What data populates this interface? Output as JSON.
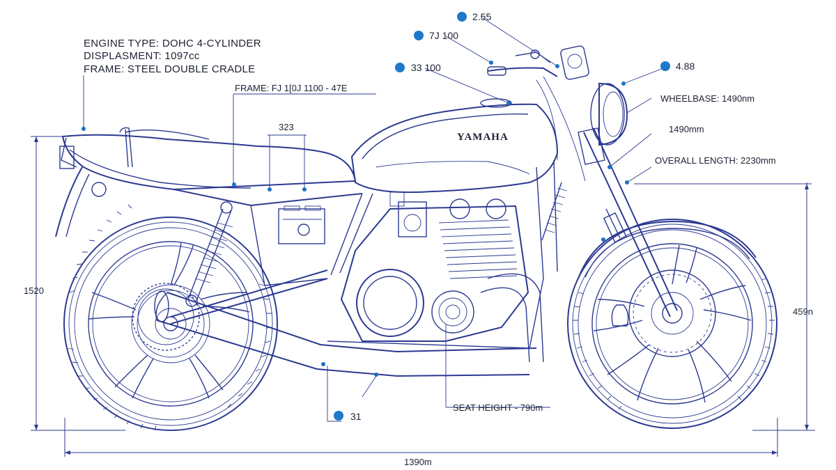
{
  "specs": {
    "engine_type": "ENGINE TYPE:  DOHC 4-CYLINDER",
    "displacement": "DISPLASMENT:  1097cc",
    "frame": "FRAME:  STEEL DOUBLE CRADLE"
  },
  "tank_brand": "YAMAHA",
  "callouts": {
    "c1": "2.55",
    "c2": "7J 100",
    "c3": "33 100",
    "c4": "4.88",
    "frame_model": "FRAME:  FJ 1[0J 1100 - 47E",
    "c323": "323",
    "wheelbase": "WHEELBASE:  1490nm",
    "c1490": "1490mm",
    "overall_length": "OVERALL LENGTH:  2230mm",
    "seat_height": "SEAT HEIGHT - 790m",
    "c31": "31"
  },
  "dimensions": {
    "left_height": "1520",
    "right_height": "459n",
    "bottom_length": "1390m"
  },
  "colors": {
    "line": "#2b3990",
    "dot": "#1f78c9",
    "text": "#1e2233"
  }
}
